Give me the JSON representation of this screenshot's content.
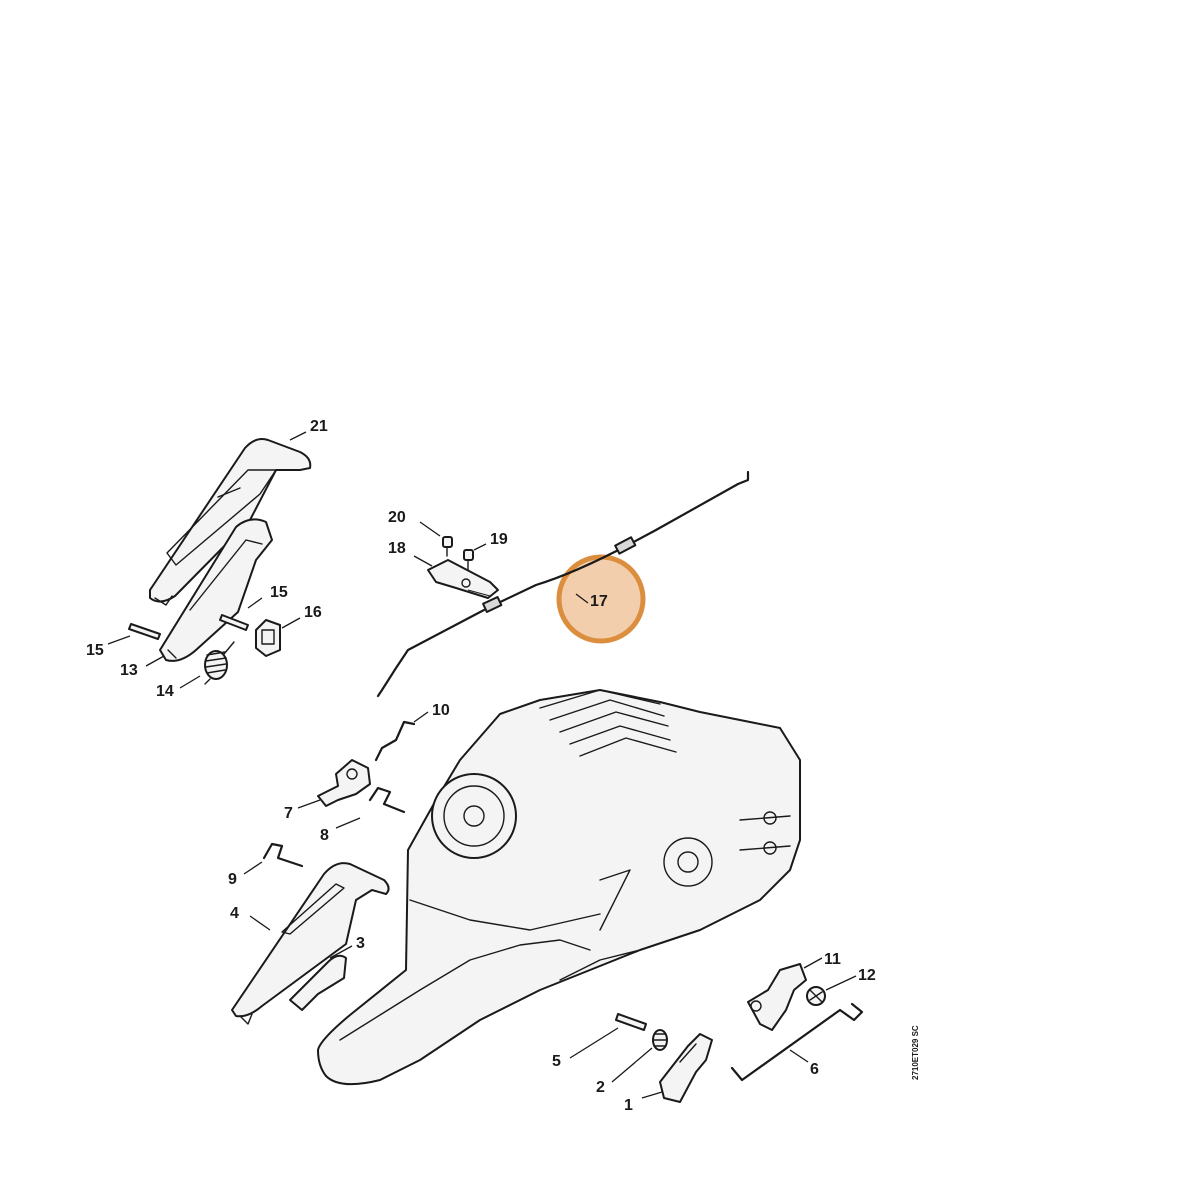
{
  "diagram": {
    "highlighted_part": "17",
    "highlight_color": "#d9822b",
    "highlight_fill": "#f2c9a5",
    "drawing_code": "2710ET029 SC",
    "labels": {
      "p1": "1",
      "p2": "2",
      "p3": "3",
      "p4": "4",
      "p5": "5",
      "p6": "6",
      "p7": "7",
      "p8": "8",
      "p9": "9",
      "p10": "10",
      "p11": "11",
      "p12": "12",
      "p13": "13",
      "p14": "14",
      "p15a": "15",
      "p15b": "15",
      "p16": "16",
      "p17": "17",
      "p18": "18",
      "p19": "19",
      "p20": "20",
      "p21": "21"
    }
  }
}
